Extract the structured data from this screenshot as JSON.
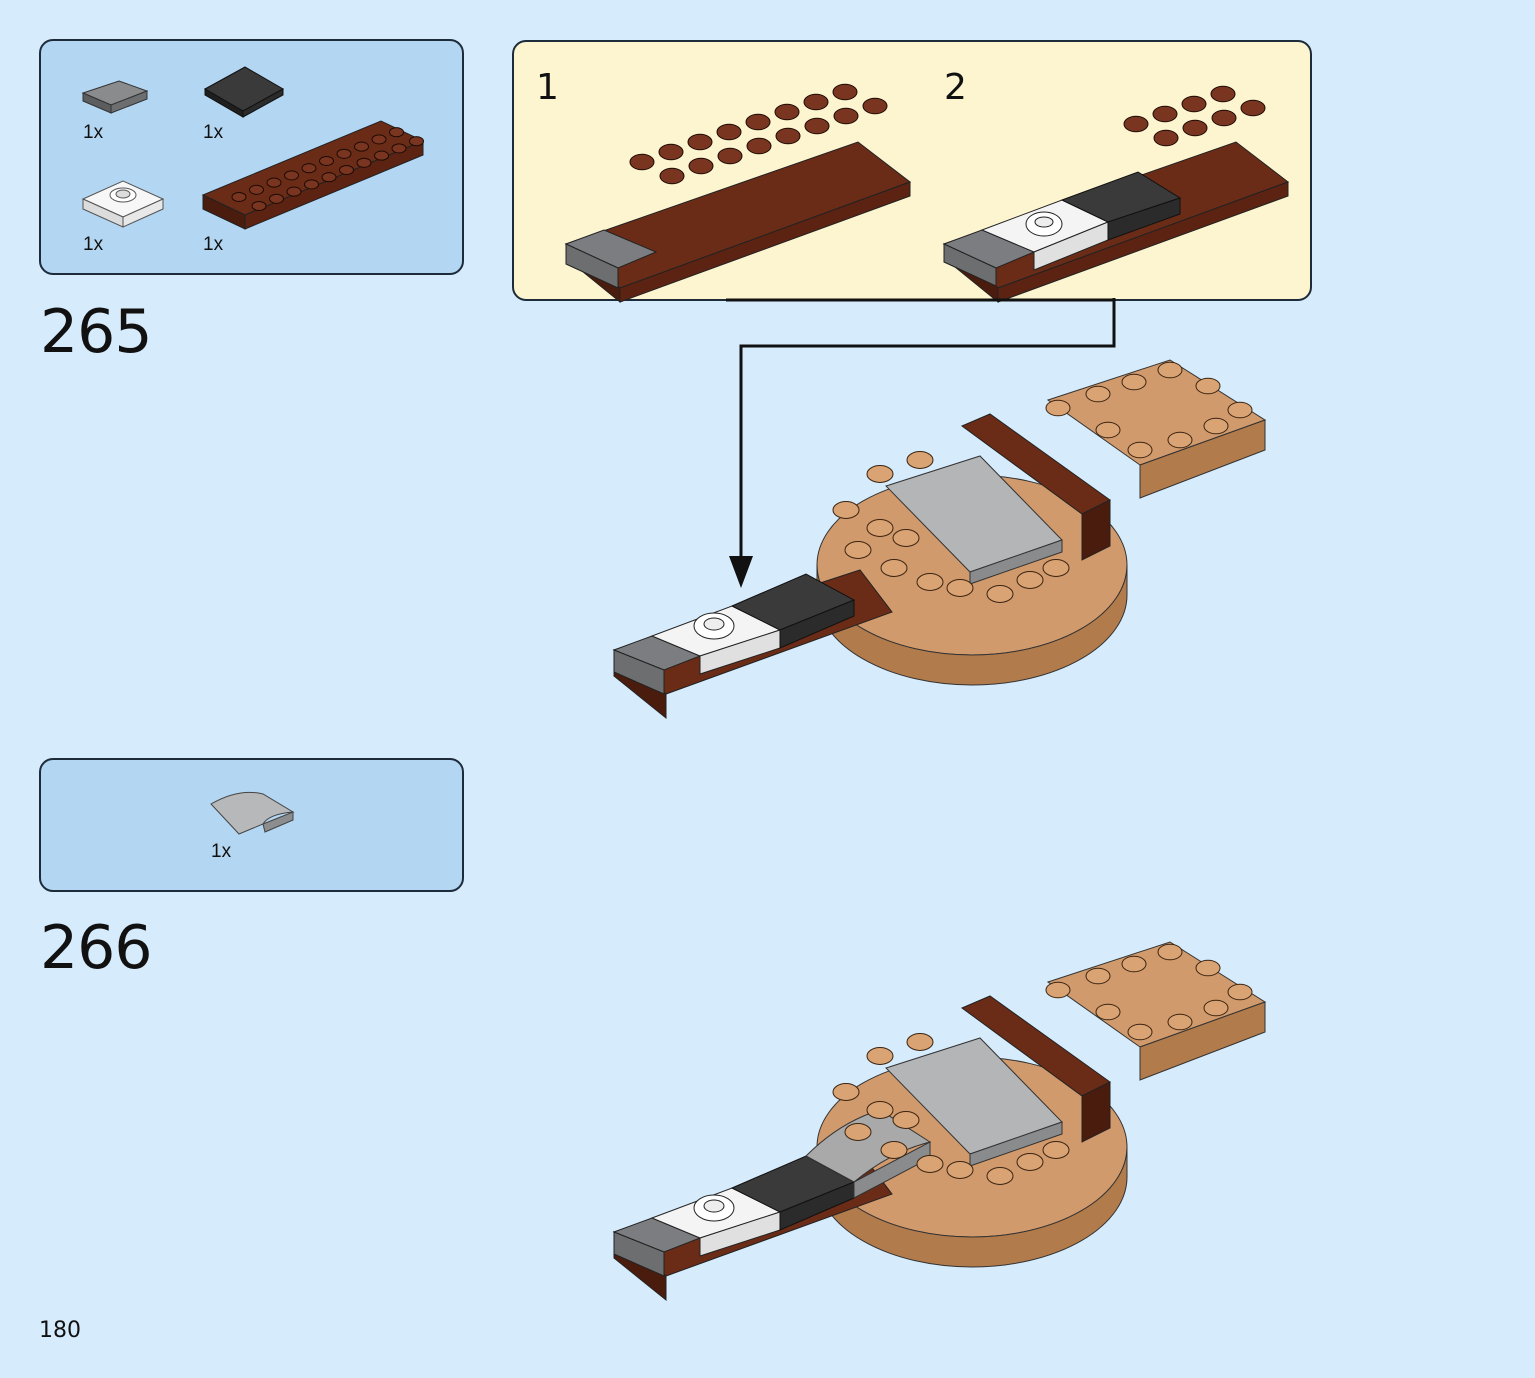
{
  "page": {
    "number": "180"
  },
  "steps": [
    {
      "number": "265",
      "parts": [
        {
          "qty": "1x",
          "part": "dark-gray-tile-1x2-icon",
          "color": "#6d6e70"
        },
        {
          "qty": "1x",
          "part": "black-tile-2x2-icon",
          "color": "#2b2b2b"
        },
        {
          "qty": "1x",
          "part": "white-plate-with-stud-icon",
          "color": "#f2f2f2"
        },
        {
          "qty": "1x",
          "part": "reddish-brown-plate-2x10-icon",
          "color": "#5c2312"
        }
      ],
      "substeps": [
        {
          "number": "1"
        },
        {
          "number": "2"
        }
      ]
    },
    {
      "number": "266",
      "parts": [
        {
          "qty": "1x",
          "part": "light-gray-curved-slope-icon",
          "color": "#a9a9a9"
        }
      ]
    }
  ],
  "colors": {
    "background": "#d6ebfb",
    "parts_box": "#b3d6f3",
    "substep_box": "#fdf5d0",
    "reddish_brown": "#5c2312",
    "medium_nougat": "#c98d5f",
    "light_gray": "#a9a9a9",
    "dark_gray": "#6d6e70",
    "black": "#2b2b2b"
  }
}
